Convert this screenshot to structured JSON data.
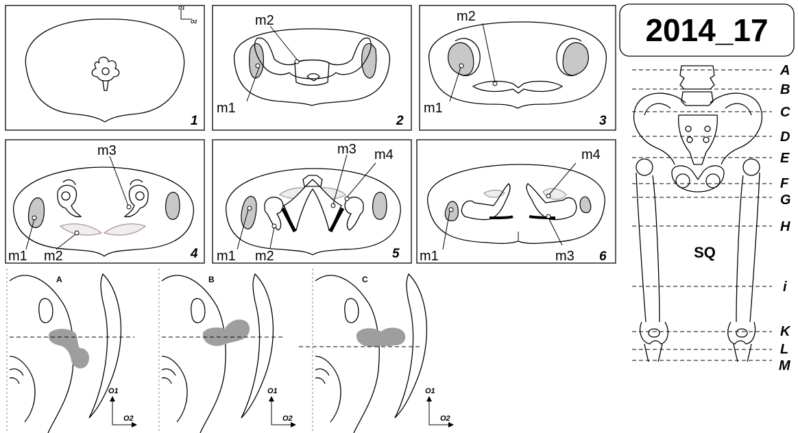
{
  "title": "2014_17",
  "panels": [
    {
      "number": "1",
      "labels": []
    },
    {
      "number": "2",
      "labels": [
        "m1",
        "m2"
      ]
    },
    {
      "number": "3",
      "labels": [
        "m1",
        "m2"
      ]
    },
    {
      "number": "4",
      "labels": [
        "m1",
        "m2",
        "m3"
      ]
    },
    {
      "number": "5",
      "labels": [
        "m1",
        "m2",
        "m3",
        "m4"
      ]
    },
    {
      "number": "6",
      "labels": [
        "m1",
        "m3",
        "m4"
      ]
    }
  ],
  "axes": {
    "o1": "O1",
    "o2": "O2"
  },
  "bottom_panels": [
    "A",
    "B",
    "C"
  ],
  "skeleton": {
    "label": "SQ",
    "levels": [
      "A",
      "B",
      "C",
      "D",
      "E",
      "F",
      "G",
      "H",
      "i",
      "K",
      "L",
      "M"
    ]
  }
}
